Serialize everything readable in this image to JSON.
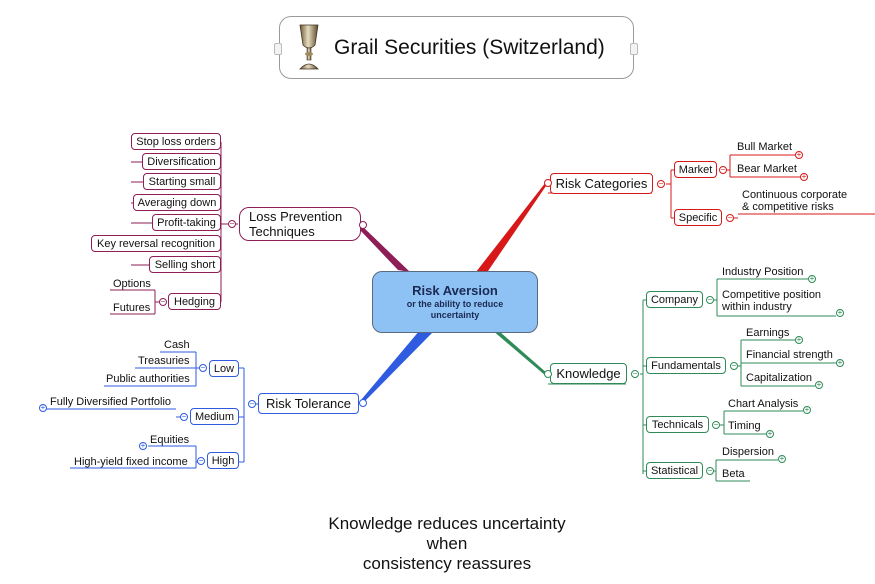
{
  "header": {
    "title": "Grail Securities (Switzerland)",
    "logo_icon": "grail-cup-icon"
  },
  "center": {
    "title": "Risk Aversion",
    "subtitle": "or the ability to reduce uncertainty",
    "fill": "#8fc2f4"
  },
  "loss_prevention": {
    "label": "Loss Prevention Techniques",
    "color": "#8e1e57",
    "items": [
      "Stop loss orders",
      "Diversification",
      "Starting small",
      "Averaging down",
      "Profit-taking",
      "Key reversal recognition",
      "Selling short"
    ],
    "hedging": {
      "label": "Hedging",
      "items": [
        "Options",
        "Futures"
      ]
    }
  },
  "risk_categories": {
    "label": "Risk Categories",
    "color": "#d81818",
    "market": {
      "label": "Market",
      "items": [
        "Bull Market",
        "Bear Market"
      ]
    },
    "specific": {
      "label": "Specific",
      "items": [
        "Continuous corporate & competitive risks"
      ]
    }
  },
  "risk_tolerance": {
    "label": "Risk Tolerance",
    "color": "#2f5be0",
    "low": {
      "label": "Low",
      "items": [
        "Cash",
        "Treasuries",
        "Public authorities"
      ]
    },
    "medium": {
      "label": "Medium",
      "items": [
        "Fully Diversified Portfolio"
      ]
    },
    "high": {
      "label": "High",
      "items": [
        "Equities",
        "High-yield fixed income"
      ]
    }
  },
  "knowledge": {
    "label": "Knowledge",
    "color": "#2e8b57",
    "company": {
      "label": "Company",
      "items": [
        "Industry Position",
        "Competitive position within industry"
      ]
    },
    "fundamentals": {
      "label": "Fundamentals",
      "items": [
        "Earnings",
        "Financial strength",
        "Capitalization"
      ]
    },
    "technicals": {
      "label": "Technicals",
      "items": [
        "Chart Analysis",
        "Timing"
      ]
    },
    "statistical": {
      "label": "Statistical",
      "items": [
        "Dispersion",
        "Beta"
      ]
    }
  },
  "footer": {
    "lines": [
      "Knowledge reduces uncertainty",
      "when",
      "consistency reassures"
    ]
  }
}
